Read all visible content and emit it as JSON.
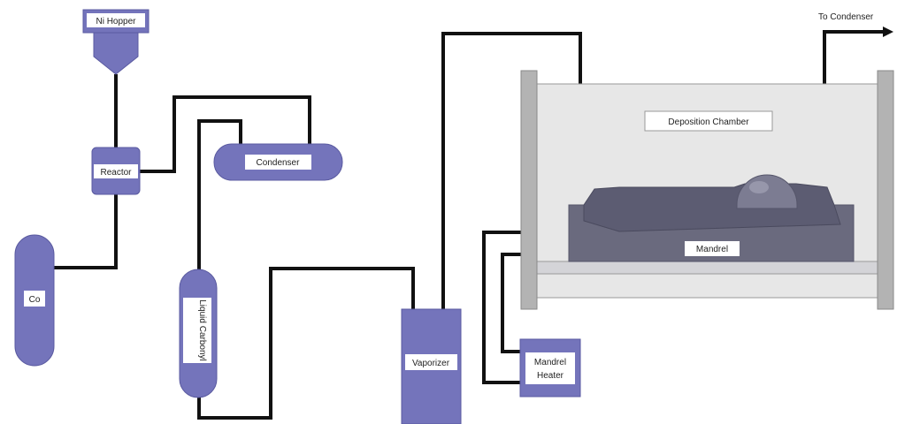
{
  "colors": {
    "component_fill": "#7474bb",
    "component_stroke": "#5a5aa0",
    "label_bg": "#ffffff",
    "pipe": "#111111",
    "chamber_fill": "#e7e7e7",
    "chamber_stroke": "#9a9a9a",
    "end_plate": "#b3b3b3",
    "mandrel_fill": "#6a6a7e",
    "mandrel_dark": "#55556a"
  },
  "labels": {
    "ni_hopper": "Ni Hopper",
    "reactor": "Reactor",
    "co": "Co",
    "condenser": "Condenser",
    "liquid_carbonyl": "Liquid Carbonyl",
    "vaporizer": "Vaporizer",
    "deposition_chamber": "Deposition Chamber",
    "mandrel": "Mandrel",
    "mandrel_heater_line1": "Mandrel",
    "mandrel_heater_line2": "Heater",
    "to_condenser": "To Condenser"
  }
}
